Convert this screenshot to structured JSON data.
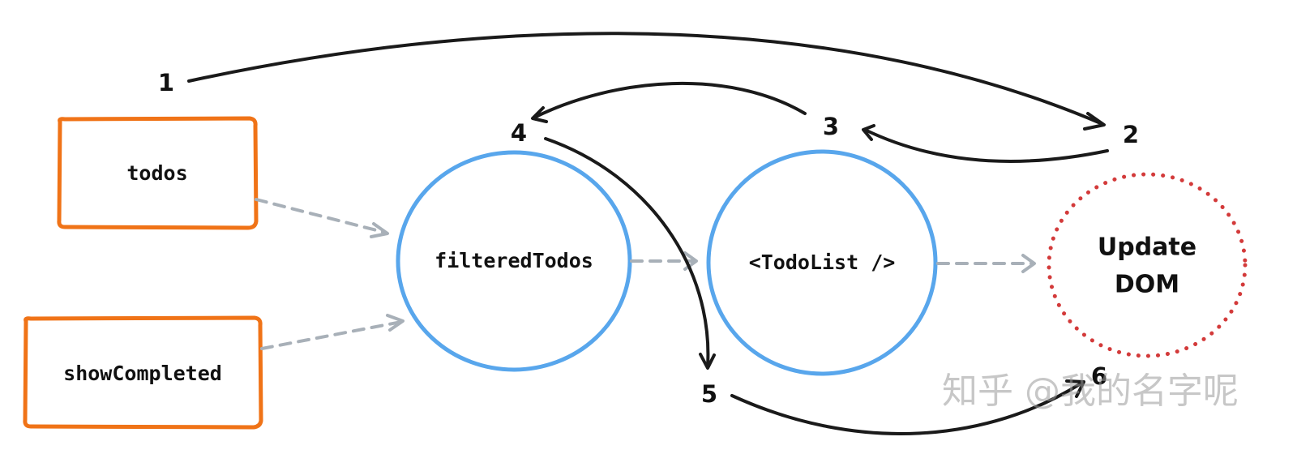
{
  "nodes": {
    "todos": "todos",
    "show_completed": "showCompleted",
    "filtered_todos": "filteredTodos",
    "todo_list": "<TodoList />",
    "update_dom_line1": "Update",
    "update_dom_line2": "DOM"
  },
  "steps": [
    "1",
    "2",
    "3",
    "4",
    "5",
    "6"
  ],
  "watermark": "知乎 @我的名字呢",
  "colors": {
    "source": "#f07317",
    "computed": "#58a6ec",
    "effect": "#d33a3a",
    "dependency": "#a8b0b8",
    "flow": "#1a1a1a"
  }
}
